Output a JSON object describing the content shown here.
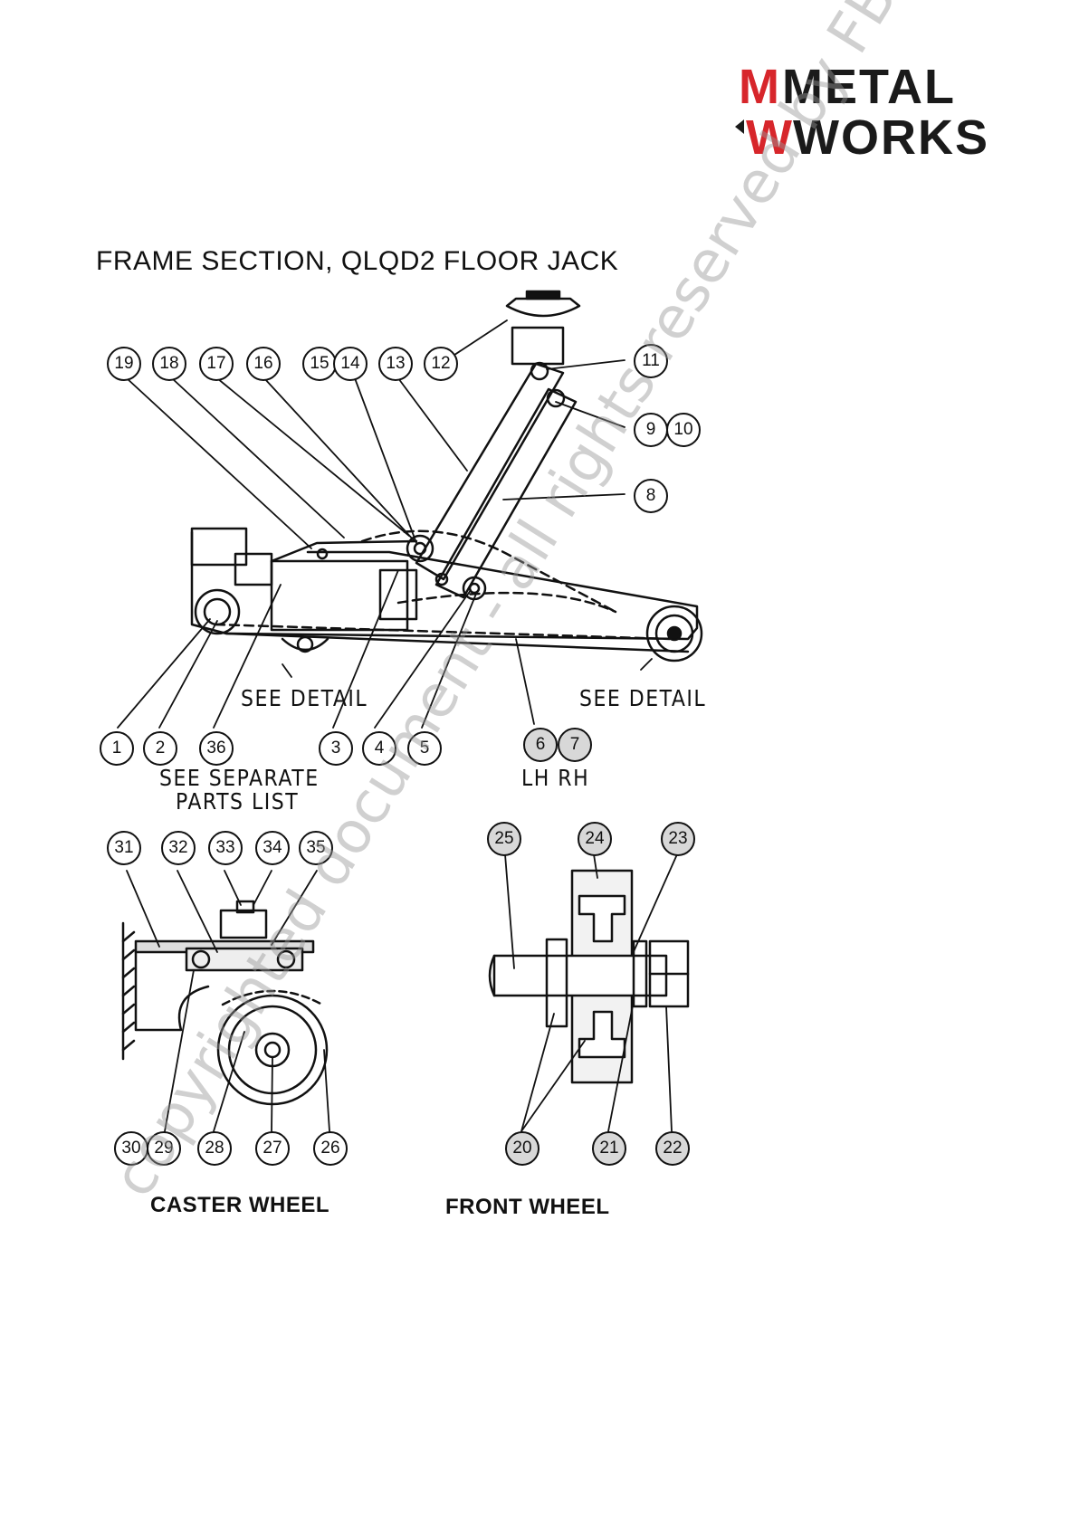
{
  "brand": {
    "line1": "METAL",
    "line2": "WORKS",
    "accent": "#d7262b",
    "dark": "#1a1a1a"
  },
  "title": "FRAME SECTION, QLQD2 FLOOR JACK",
  "notes": {
    "see_detail_left": "SEE DETAIL",
    "see_detail_right": "SEE DETAIL",
    "see_separate": "SEE SEPARATE",
    "parts_list": "PARTS LIST",
    "lh_rh": "LH RH"
  },
  "captions": {
    "caster_wheel": "CASTER WHEEL",
    "front_wheel": "FRONT WHEEL"
  },
  "callouts": {
    "c19": "19",
    "c18": "18",
    "c17": "17",
    "c16": "16",
    "c15": "15",
    "c14": "14",
    "c13": "13",
    "c12": "12",
    "c11": "11",
    "c9": "9",
    "c10": "10",
    "c8": "8",
    "c1": "1",
    "c2": "2",
    "c36": "36",
    "c3": "3",
    "c4": "4",
    "c5": "5",
    "c6": "6",
    "c7": "7",
    "c31": "31",
    "c32": "32",
    "c33": "33",
    "c34": "34",
    "c35": "35",
    "c30": "30",
    "c29": "29",
    "c28": "28",
    "c27": "27",
    "c26": "26",
    "c25": "25",
    "c24": "24",
    "c23": "23",
    "c20": "20",
    "c21": "21",
    "c22": "22"
  },
  "watermark": "copyrighted document - all rights reserved by FBC"
}
